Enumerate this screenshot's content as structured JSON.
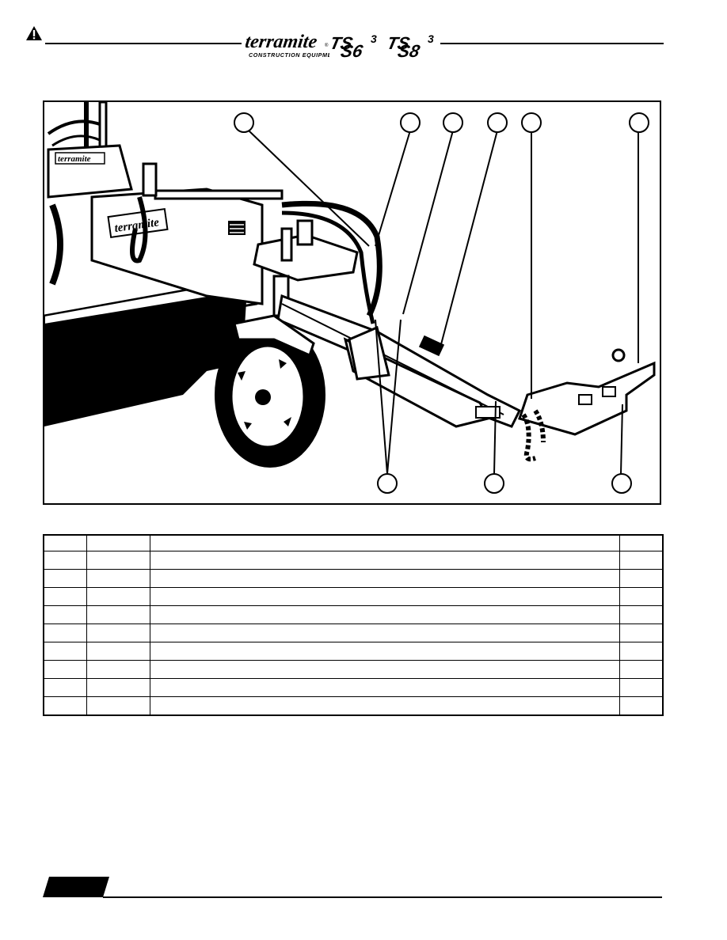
{
  "header": {
    "brand": "terramite",
    "brand_sub": "CONSTRUCTION EQUIPMENT",
    "models": [
      "TS3 S6",
      "TS3 S8"
    ],
    "warning_icon": "warning-triangle-icon"
  },
  "figure": {
    "callout_icon": "callout-circle-icon",
    "decal_text": "terramite"
  },
  "parts_table": {
    "rows": [
      [
        "",
        "",
        "",
        ""
      ],
      [
        "",
        "",
        "",
        ""
      ],
      [
        "",
        "",
        "",
        ""
      ],
      [
        "",
        "",
        "",
        ""
      ],
      [
        "",
        "",
        "",
        ""
      ],
      [
        "",
        "",
        "",
        ""
      ],
      [
        "",
        "",
        "",
        ""
      ],
      [
        "",
        "",
        "",
        ""
      ],
      [
        "",
        "",
        "",
        ""
      ],
      [
        "",
        "",
        "",
        ""
      ]
    ]
  }
}
